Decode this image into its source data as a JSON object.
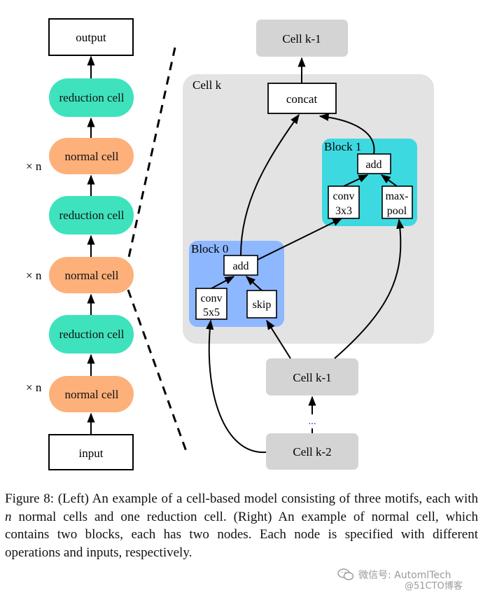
{
  "left_model": {
    "output": "output",
    "input": "input",
    "reduction_cell": "reduction cell",
    "normal_cell": "normal cell",
    "repeat_label": "× n"
  },
  "right_cell": {
    "cell_k": "Cell k",
    "cell_k_minus_1": "Cell k-1",
    "cell_k_minus_2": "Cell k-2",
    "concat": "concat",
    "block0": "Block 0",
    "block1": "Block 1",
    "add": "add",
    "conv5x5_line1": "conv",
    "conv5x5_line2": "5x5",
    "conv3x3_line1": "conv",
    "conv3x3_line2": "3x3",
    "skip": "skip",
    "maxpool_line1": "max-",
    "maxpool_line2": "pool",
    "ellipsis": "..."
  },
  "caption": {
    "text_part1": "Figure 8: (Left) An example of a cell-based model consisting of three motifs, each with ",
    "text_n": "n",
    "text_part2": " normal cells and one reduction cell. (Right) An example of normal cell, which contains two blocks, each has two nodes. Each node is specified with different operations and inputs, respectively."
  },
  "watermark": {
    "line1": "微信号: AutomlTech",
    "line2": "@51CTO博客"
  },
  "colors": {
    "reduction": "#3ee3bd",
    "normal": "#fdb07a",
    "gray_box": "#d4d4d4",
    "cell_bg": "#e3e3e3",
    "block0": "#8db7ff",
    "block1": "#3dd9e0"
  }
}
